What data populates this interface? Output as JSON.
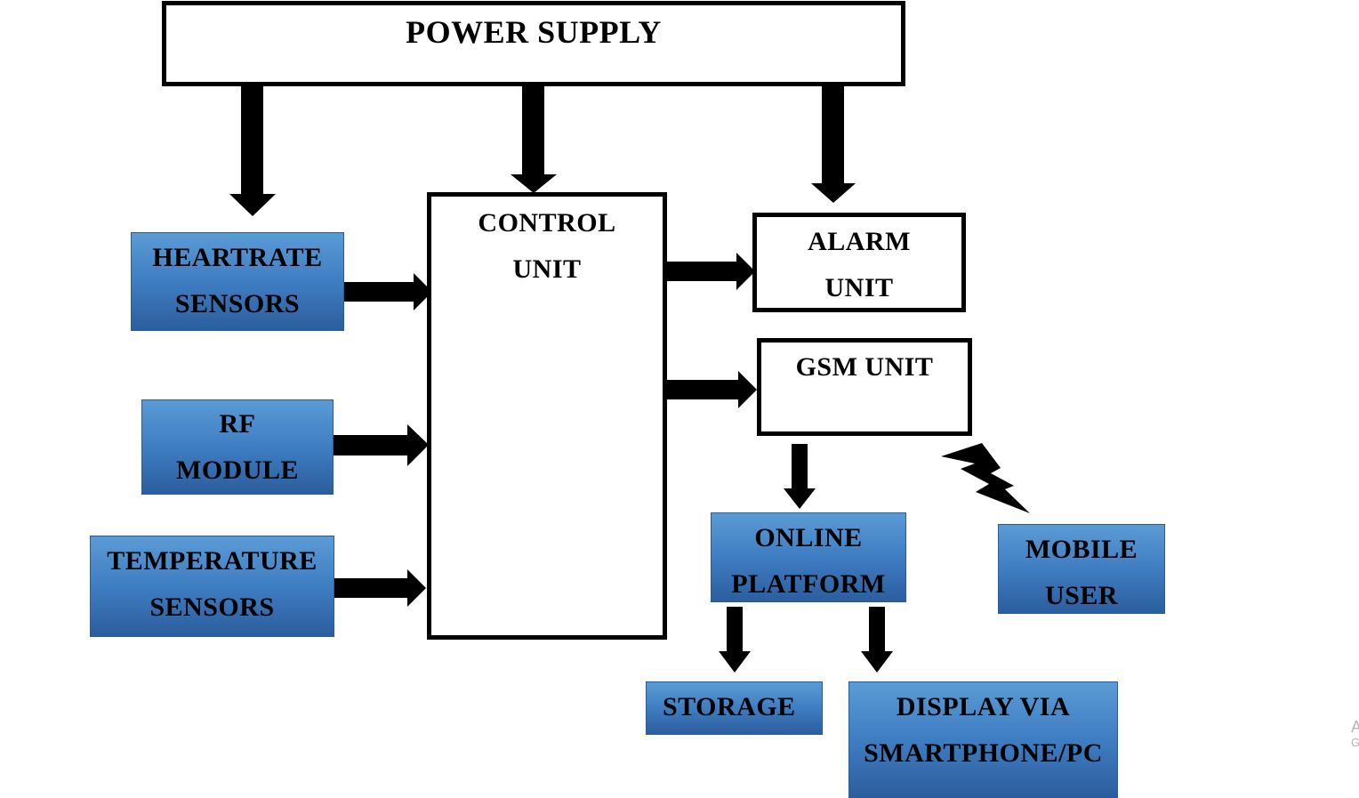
{
  "power_supply": {
    "label": "POWER SUPPLY"
  },
  "control_unit": {
    "line1": "CONTROL",
    "line2": "UNIT"
  },
  "alarm_unit": {
    "line1": "ALARM",
    "line2": "UNIT"
  },
  "gsm_unit": {
    "label": "GSM UNIT"
  },
  "heartrate_sensors": {
    "line1": "HEARTRATE",
    "line2": "SENSORS"
  },
  "rf_module": {
    "line1": "RF",
    "line2": "MODULE"
  },
  "temperature_sensors": {
    "line1": "TEMPERATURE",
    "line2": "SENSORS"
  },
  "online_platform": {
    "line1": "ONLINE",
    "line2": "PLATFORM"
  },
  "mobile_user": {
    "line1": "MOBILE",
    "line2": "USER"
  },
  "storage": {
    "label": "STORAGE"
  },
  "display": {
    "line1": "DISPLAY VIA",
    "line2": "SMARTPHONE/PC"
  },
  "edge_fragment": {
    "line1": "A",
    "line2": "G"
  },
  "colors": {
    "box_fill": "#3f7dc2",
    "box_fill_light": "#5b9bd5",
    "box_fill_dark": "#2b5e9e",
    "arrow": "#000000"
  }
}
